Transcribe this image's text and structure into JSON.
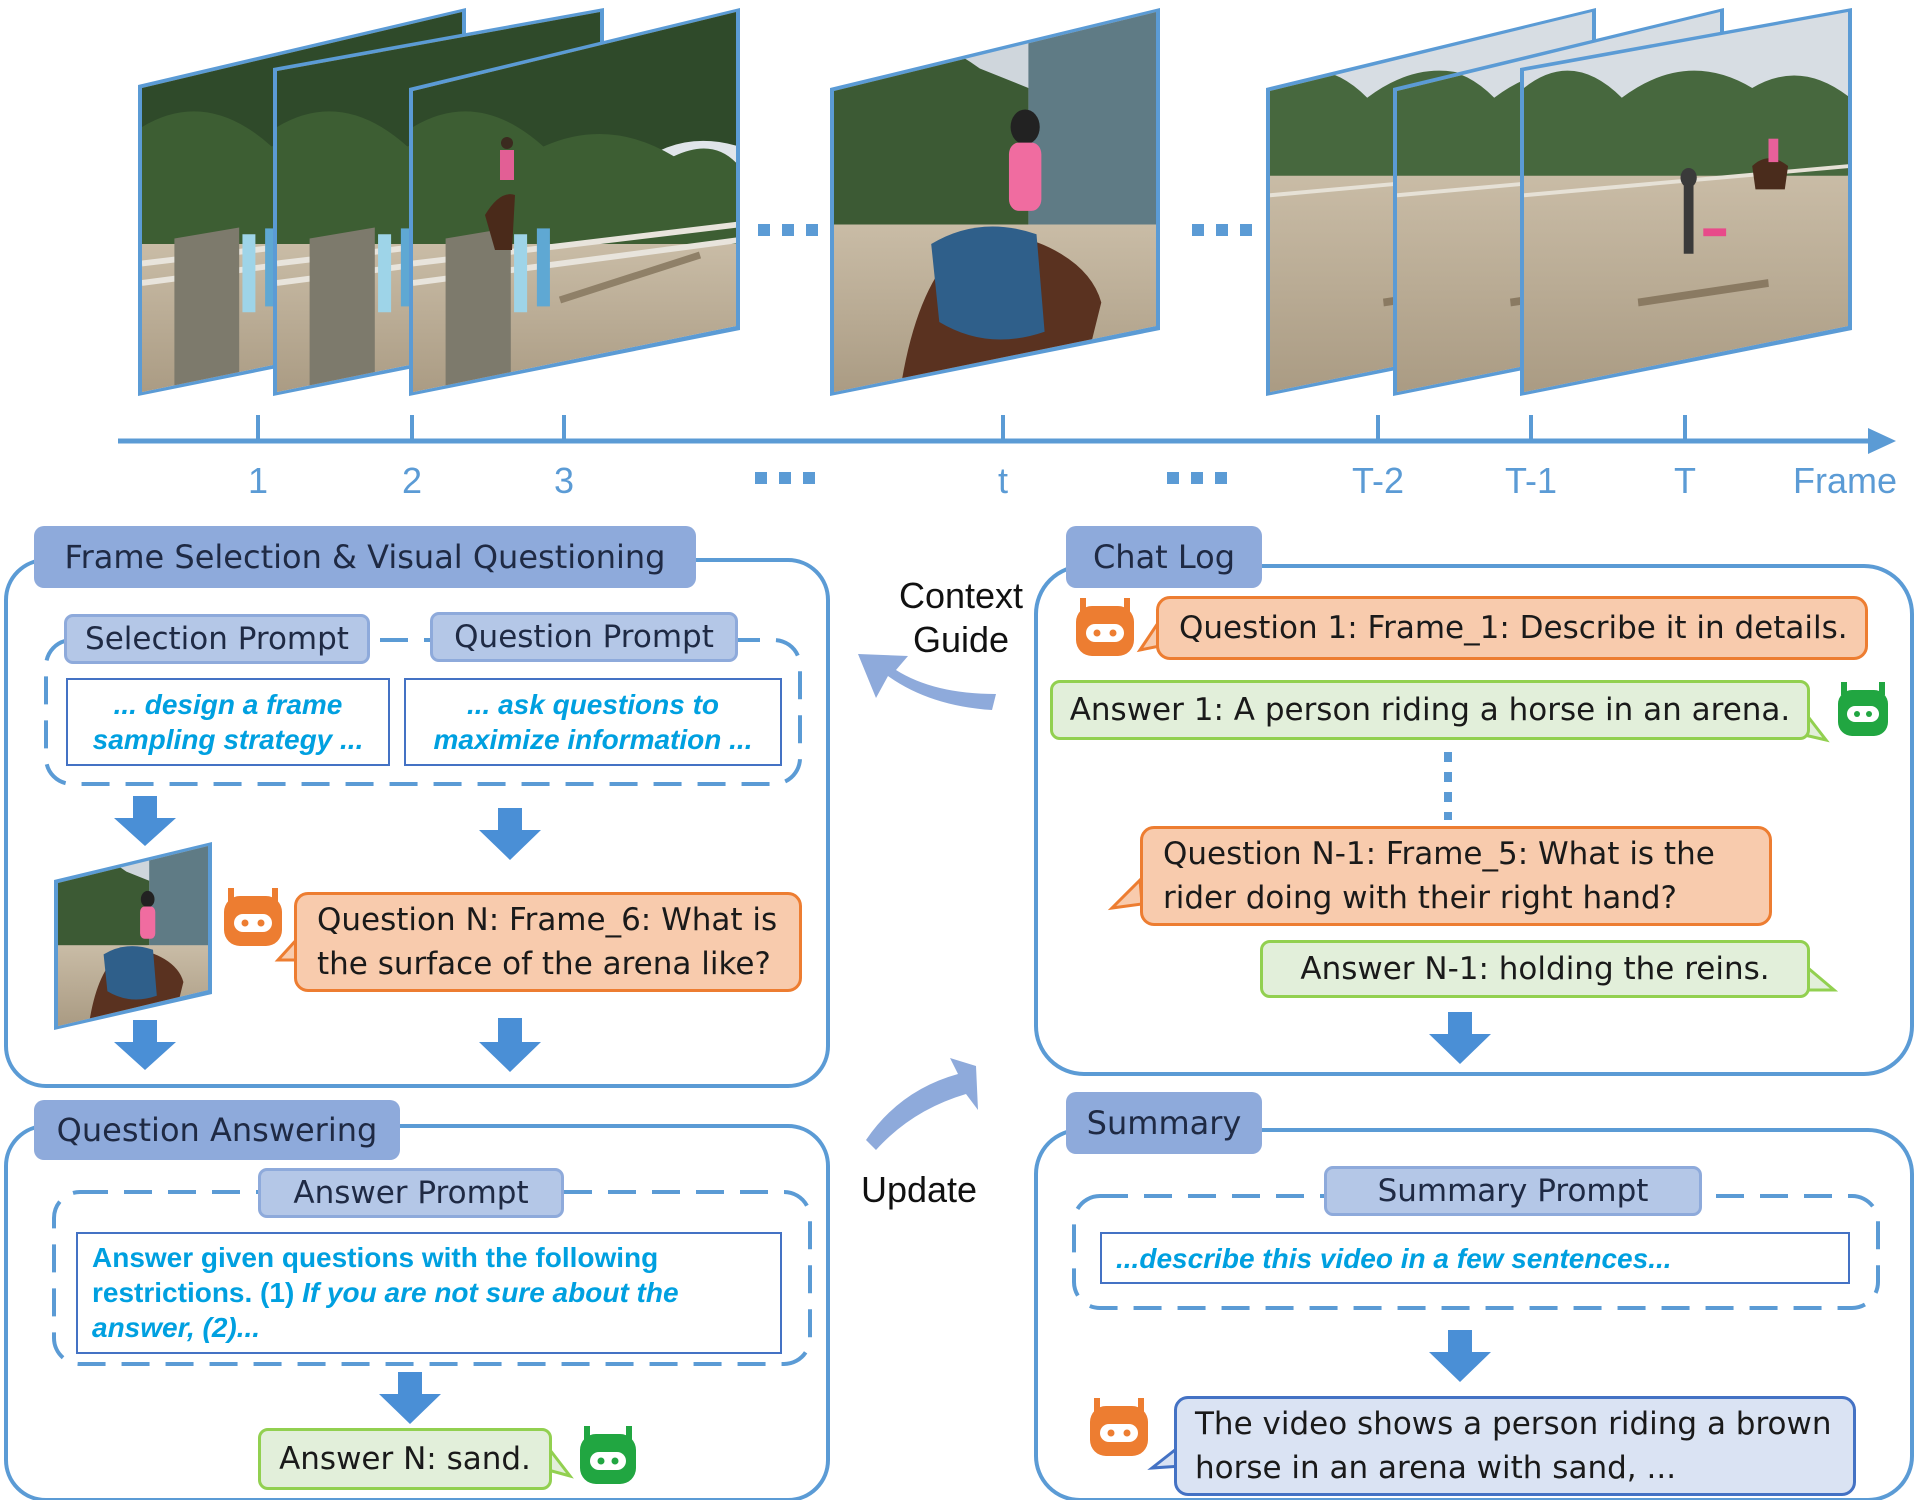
{
  "timeline": {
    "ticks": [
      "1",
      "2",
      "3",
      "t",
      "T-2",
      "T-1",
      "T"
    ],
    "axis_label": "Frame"
  },
  "frame_selection": {
    "title": "Frame Selection & Visual Questioning",
    "selection_prompt_label": "Selection Prompt",
    "question_prompt_label": "Question Prompt",
    "selection_prompt_text": "... design a frame sampling strategy ...",
    "question_prompt_text": "... ask questions to maximize information ...",
    "question_n": "Question N: Frame_6: What is the surface of the arena like?"
  },
  "question_answering": {
    "title": "Question Answering",
    "answer_prompt_label": "Answer Prompt",
    "answer_prompt_line1": "Answer given questions with the following restrictions. (1) ",
    "answer_prompt_line2": "If you are not sure about the answer, (2)...",
    "answer_n": "Answer N: sand."
  },
  "middle": {
    "context_guide": "Context Guide",
    "update": "Update"
  },
  "chat_log": {
    "title": "Chat Log",
    "q1": "Question 1: Frame_1: Describe it in details.",
    "a1": "Answer 1: A person riding a horse in an arena.",
    "qn1": "Question N-1: Frame_5: What is the rider doing with their right hand?",
    "an1": "Answer N-1: holding the reins."
  },
  "summary": {
    "title": "Summary",
    "prompt_label": "Summary Prompt",
    "prompt_text": "...describe this video in a few sentences...",
    "output": "The video shows a person riding a brown horse in an arena with sand, ..."
  },
  "colors": {
    "accent_blue": "#5b9bd5",
    "tab_blue": "#8eaadb",
    "question_orange": "#ed7d31",
    "answer_green": "#92d050",
    "bot_green": "#21a641",
    "prompt_cyan": "#00a0e0"
  },
  "icons": [
    "robot-icon-orange",
    "robot-icon-green",
    "video-frame-image",
    "down-arrow-icon",
    "curved-arrow-icon"
  ]
}
